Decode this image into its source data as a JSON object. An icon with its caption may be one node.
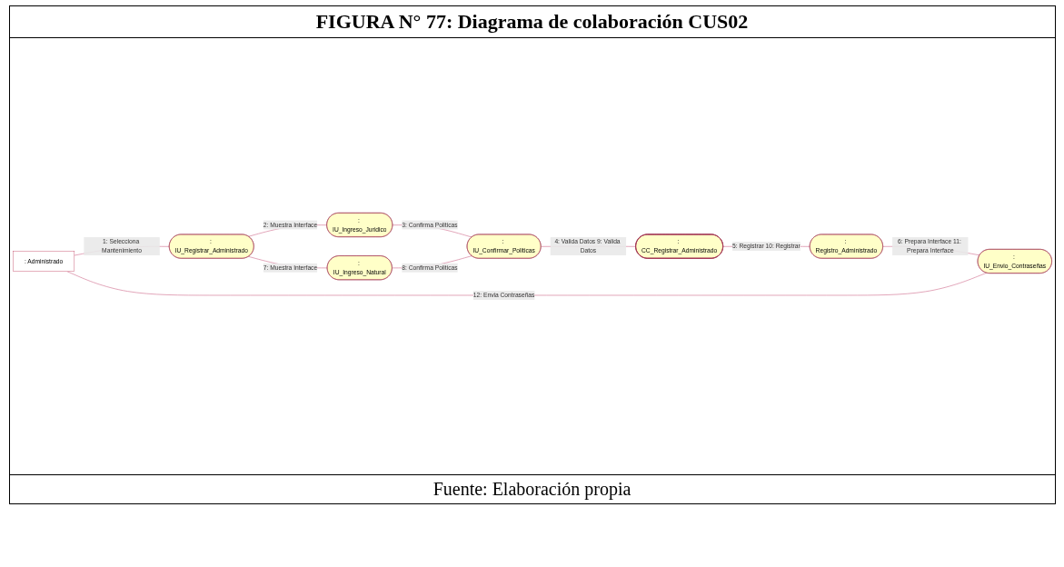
{
  "diagram": {
    "title": "FIGURA N° 77: Diagrama de colaboración CUS02",
    "caption": "Fuente: Elaboración propia",
    "nodes": [
      {
        "text": [
          ": Administrado"
        ]
      },
      {
        "text": [
          ": IU_Registrar_Administrado"
        ]
      },
      {
        "text": [
          ": IU_Ingreso_Juridico"
        ]
      },
      {
        "text": [
          ": IU_Confirmar_Politicas"
        ]
      },
      {
        "text": [
          ": IU_Ingreso_Natural"
        ]
      },
      {
        "text": [
          ": CC_Registrar_Administrado"
        ]
      },
      {
        "text": [
          ": Registro_Administrado"
        ]
      },
      {
        "text": [
          ": IU_Envio_Contraseñas"
        ]
      }
    ],
    "edges": [
      {
        "from": 0,
        "to": 1,
        "arrow": "none",
        "label": "1: Selecciona Mantenimiento"
      },
      {
        "from": 1,
        "to": 2,
        "arrow": "none",
        "label": "2: Muestra Interface"
      },
      {
        "from": 2,
        "to": 3,
        "arrow": "none",
        "label": "3: Confirma Politicas"
      },
      {
        "from": 1,
        "to": 4,
        "arrow": "none",
        "label": "7: Muestra Interface"
      },
      {
        "from": 4,
        "to": 3,
        "arrow": "none",
        "label": "8: Confirma Politicas"
      },
      {
        "from": 3,
        "to": 5,
        "arrow": "none",
        "label": "4: Valida Datos 9: Valida Datos"
      },
      {
        "from": 5,
        "to": 6,
        "arrow": "none",
        "label": "5: Registrar 10: Registrar"
      },
      {
        "from": 6,
        "to": 7,
        "arrow": "none",
        "label": "6: Prepara Interface 11: Prepara Interface"
      },
      {
        "from": 7,
        "to": 0,
        "arrow": "none",
        "label": "12: Envia Contraseñas"
      }
    ]
  }
}
